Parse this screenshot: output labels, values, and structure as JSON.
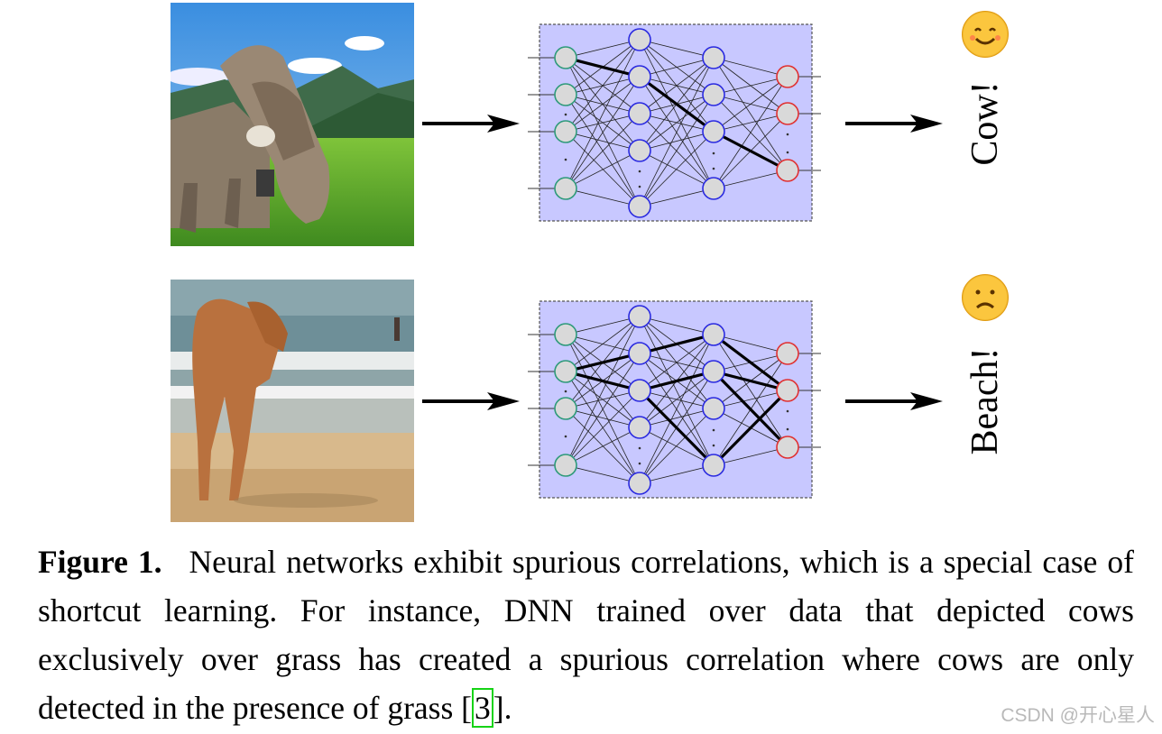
{
  "figure": {
    "rows": [
      {
        "image_subject": "cow grazing on grass",
        "prediction": "Cow!",
        "emoji": "happy-face"
      },
      {
        "image_subject": "cow standing on beach",
        "prediction": "Beach!",
        "emoji": "sad-face"
      }
    ],
    "caption": {
      "label": "Figure 1.",
      "text_before_cite": "Neural networks exhibit spurious correlations, which is a special case of shortcut learning. For instance, DNN trained over data that depicted cows exclusively over grass has created a spurious correlation where cows are only detected in the presence of grass [",
      "cite": "3",
      "text_after_cite": "]."
    },
    "colors": {
      "network_background": "#c8c8ff",
      "input_node_stroke": "#2e9a7a",
      "hidden_node_stroke": "#2a2ae0",
      "output_node_stroke": "#e03030",
      "node_fill": "#d9d9d9",
      "cite_box": "#16d316"
    }
  },
  "watermark": "CSDN @开心星人"
}
